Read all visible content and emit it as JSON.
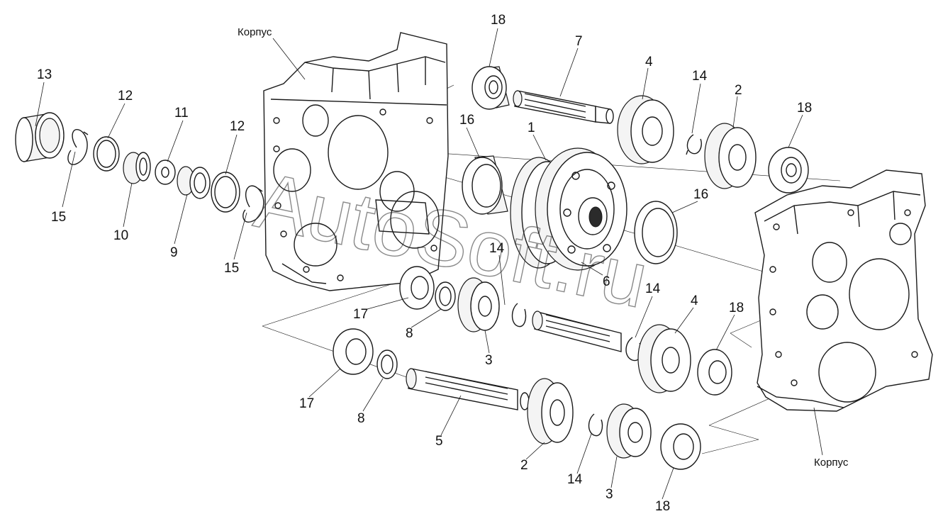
{
  "diagram": {
    "housing_labels": [
      "Корпус",
      "Корпус"
    ],
    "callouts": [
      "13",
      "12",
      "11",
      "12",
      "15",
      "10",
      "9",
      "15",
      "18",
      "7",
      "4",
      "14",
      "2",
      "18",
      "16",
      "1",
      "16",
      "14",
      "6",
      "14",
      "4",
      "18",
      "17",
      "8",
      "3",
      "17",
      "8",
      "5",
      "2",
      "14",
      "3",
      "18"
    ],
    "watermark": "AutoSoft.ru",
    "line_color": "#1a1a1a"
  }
}
